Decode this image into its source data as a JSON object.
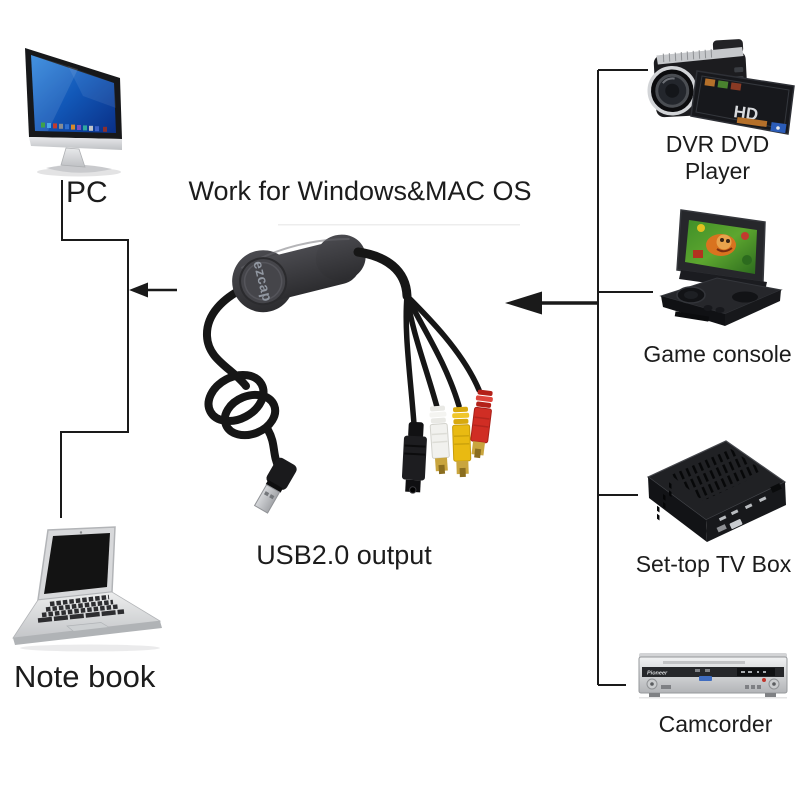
{
  "title": "Work for Windows&MAC OS",
  "capture_device": {
    "brand": "ezcap",
    "output_label": "USB2.0 output"
  },
  "sources_left": {
    "pc": "PC",
    "notebook": "Note book"
  },
  "devices_right": [
    {
      "label": "DVR DVD Player"
    },
    {
      "label": "Game console"
    },
    {
      "label": "Set-top TV Box"
    },
    {
      "label": "Camcorder"
    }
  ],
  "camcorder_screen_label": "HD",
  "recorder_brand": "Pioneer",
  "colors": {
    "background": "#ffffff",
    "line": "#1a1a1a",
    "text": "#1c1c1c",
    "device_body": "#3a3a3e",
    "rca_white": "#f1f1ee",
    "rca_yellow": "#e9ba12",
    "rca_red": "#d02d24",
    "rca_gold": "#c9a53e",
    "imac_screen_blue": "#1565c8"
  }
}
